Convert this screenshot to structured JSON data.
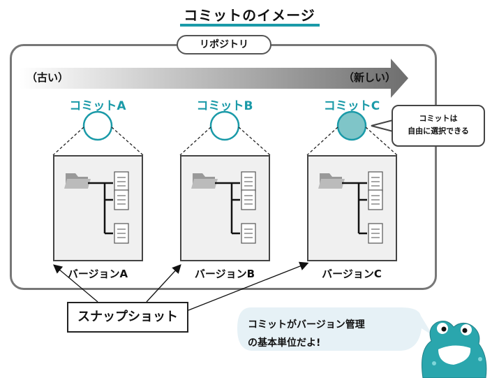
{
  "title": "コミットのイメージ",
  "repository_label": "リポジトリ",
  "timeline": {
    "old_label": "（古い）",
    "new_label": "（新しい）"
  },
  "commits": [
    {
      "label": "コミットA",
      "version_label": "バージョンA",
      "selected": false
    },
    {
      "label": "コミットB",
      "version_label": "バージョンB",
      "selected": false
    },
    {
      "label": "コミットC",
      "version_label": "バージョンC",
      "selected": true
    }
  ],
  "callout_lines": [
    "コミットは",
    "自由に選択できる"
  ],
  "snapshot_label": "スナップショット",
  "speech_lines": [
    "コミットがバージョン管理",
    "の基本単位だよ!"
  ],
  "colors": {
    "accent": "#1a9aa8",
    "selected_fill": "#7fc5c8",
    "mascot": "#2aa6ad"
  }
}
